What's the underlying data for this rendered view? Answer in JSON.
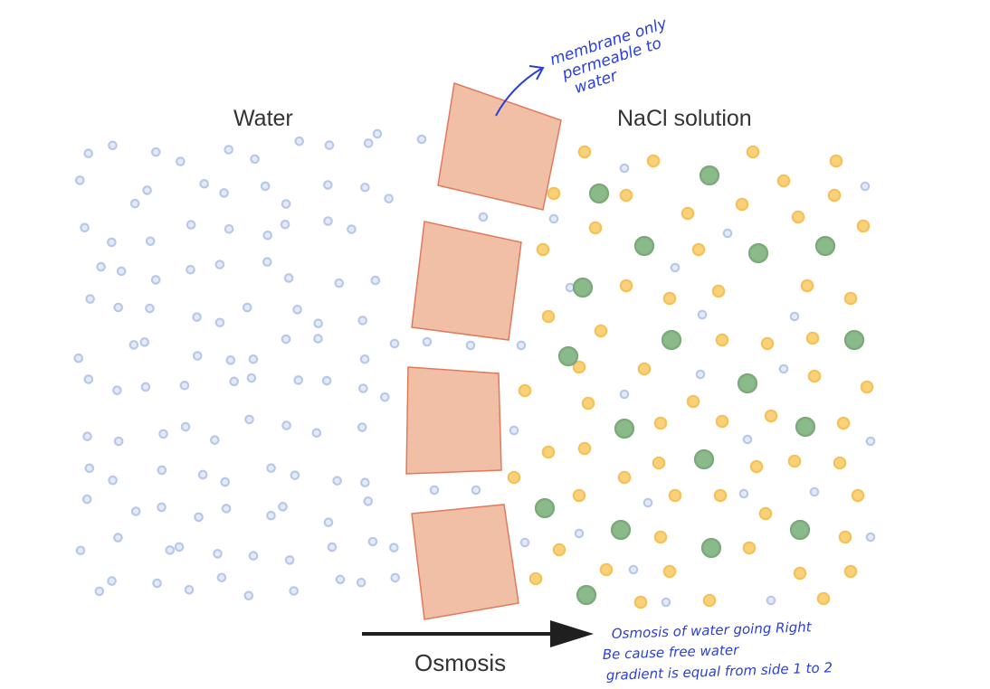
{
  "labels": {
    "water": "Water",
    "nacl": "NaCl solution",
    "osmosis": "Osmosis"
  },
  "annotations": {
    "membrane": [
      "membrane only",
      "permeable to",
      "water"
    ],
    "note": [
      "Osmosis of water going Right",
      "Be cause free water",
      "gradient is equal from side 1 to 2"
    ]
  },
  "colors": {
    "water_molecule": "#b9c8ea",
    "water_molecule_core": "#e4ebf8",
    "na_ion": "#f8d178",
    "cl_ion": "#8ab98a",
    "membrane_fill": "#f1bea6",
    "membrane_stroke": "#e07a5c",
    "arrow": "#1f1f1f",
    "annotation_ink": "#2a3fd8"
  },
  "icons": {
    "membrane": "membrane-block-icon",
    "arrow": "arrow-right-icon"
  }
}
